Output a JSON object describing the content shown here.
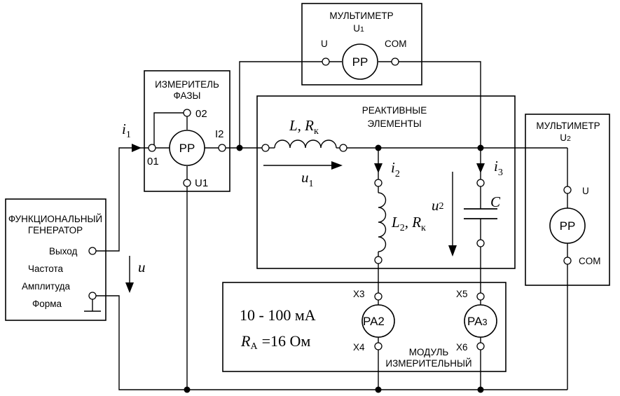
{
  "blocks": {
    "multimeter1": {
      "title": "МУЛЬТИМЕТР",
      "sub_main": "U",
      "sub_index": "1",
      "term_u": "U",
      "term_com": "COM",
      "meter": "PP"
    },
    "multimeter2": {
      "title": "МУЛЬТИМЕТР",
      "sub_main": "U",
      "sub_index": "2",
      "term_u": "U",
      "term_com": "COM",
      "meter": "PP"
    },
    "phase_meter": {
      "title_line1": "ИЗМЕРИТЕЛЬ",
      "title_line2": "ФАЗЫ",
      "meter": "PP",
      "t_o2_main": "0",
      "t_o2_idx": "2",
      "t_i2_main": "I",
      "t_i2_idx": "2",
      "t_o1_main": "0",
      "t_o1_idx": "1",
      "t_u1_main": "U",
      "t_u1_idx": "1"
    },
    "reactive": {
      "title_line1": "РЕАКТИВНЫЕ",
      "title_line2": "ЭЛЕМЕНТЫ"
    },
    "generator": {
      "title_line1": "ФУНКЦИОНАЛЬНЫЙ",
      "title_line2": "ГЕНЕРАТОР",
      "output": "Выход",
      "frequency": "Частота",
      "amplitude": "Амплитуда",
      "form": "Форма"
    },
    "module": {
      "title_line1": "МОДУЛЬ",
      "title_line2": "ИЗМЕРИТЕЛЬНЫЙ",
      "range_text": "10 - 100 мА",
      "ra_symbol": "R",
      "ra_sub": "A",
      "ra_value": "=16 Ом",
      "pa2_main": "PA",
      "pa2_idx": "2",
      "pa3_main": "PA",
      "pa3_idx": "3",
      "x3": "X3",
      "x4": "X4",
      "x5": "X5",
      "x6": "X6"
    }
  },
  "symbols": {
    "i1_main": "i",
    "i1_sub": "1",
    "i2_main": "i",
    "i2_sub": "2",
    "i3_main": "i",
    "i3_sub": "3",
    "u_main": "u",
    "u1_main": "u",
    "u1_sub": "1",
    "u2_main": "u",
    "u2_sub": "2",
    "l1_main": "L, R",
    "l1_sub": "к",
    "l2_main": "L",
    "l2_sub": "2",
    "l2_rest": ", R",
    "l2_sub2": "к",
    "c_main": "C"
  }
}
